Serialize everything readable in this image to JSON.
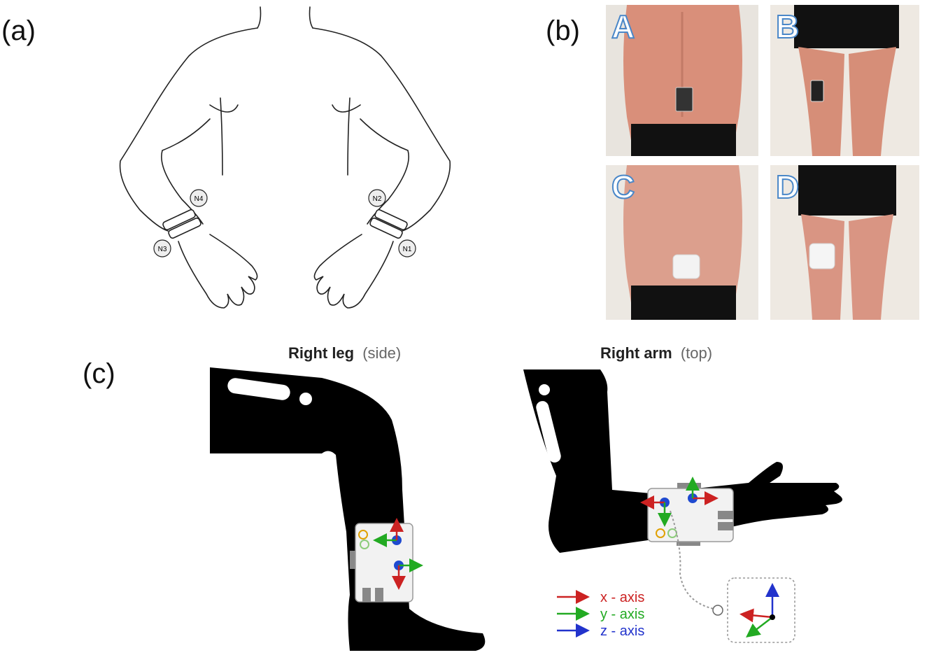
{
  "panels": {
    "a": {
      "label": "(a)"
    },
    "b": {
      "label": "(b)"
    },
    "c": {
      "label": "(c)"
    }
  },
  "wrist_nodes": [
    "N1",
    "N2",
    "N3",
    "N4"
  ],
  "photos": [
    {
      "letter": "A",
      "location": "lower back",
      "device": "black sensor"
    },
    {
      "letter": "B",
      "location": "thigh",
      "device": "black sensor"
    },
    {
      "letter": "C",
      "location": "lower back",
      "device": "white patch"
    },
    {
      "letter": "D",
      "location": "thigh",
      "device": "white patch"
    }
  ],
  "leg_title": {
    "bold": "Right leg",
    "light": "(side)"
  },
  "arm_title": {
    "bold": "Right arm",
    "light": "(top)"
  },
  "legend": [
    {
      "label": "x - axis",
      "color": "#cc2222"
    },
    {
      "label": "y - axis",
      "color": "#22aa22"
    },
    {
      "label": "z - axis",
      "color": "#2233cc"
    }
  ],
  "colors": {
    "silhouette": "#000000",
    "skin": "#dd9a86",
    "shorts": "#111111",
    "badge_outline": "#4a87c8"
  }
}
